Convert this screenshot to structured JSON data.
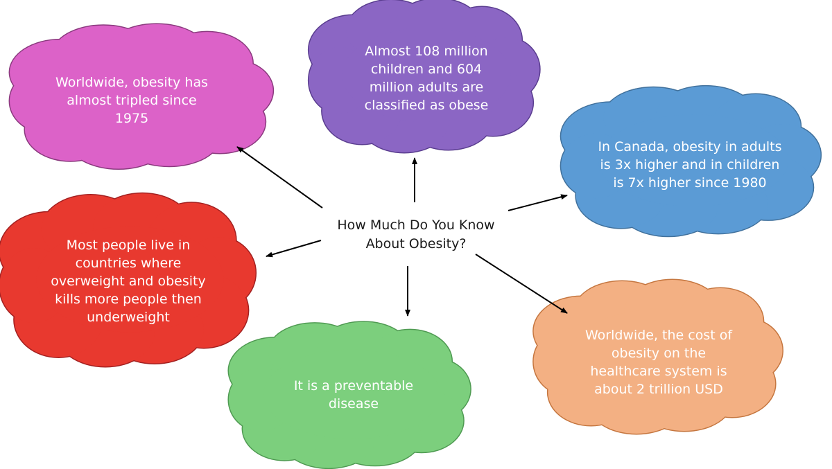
{
  "center": {
    "title": "How Much Do You Know About Obesity?",
    "text_color": "#1a1a1a"
  },
  "facts": [
    {
      "id": "tripled",
      "text": "Worldwide, obesity has almost tripled since 1975",
      "fill": "#dc62c8",
      "stroke": "#8a3a7e"
    },
    {
      "id": "children-adults",
      "text": "Almost 108 million children and 604 million adults are classified as obese",
      "fill": "#8b66c4",
      "stroke": "#5a3d8f"
    },
    {
      "id": "canada",
      "text": "In Canada, obesity in adults is 3x higher and in children is 7x higher since 1980",
      "fill": "#5b9bd5",
      "stroke": "#41719c"
    },
    {
      "id": "countries",
      "text": "Most people live in countries where overweight and obesity kills more people then underweight",
      "fill": "#e8392f",
      "stroke": "#a32020"
    },
    {
      "id": "preventable",
      "text": "It is a preventable disease",
      "fill": "#7ccf7d",
      "stroke": "#4f9a52"
    },
    {
      "id": "cost",
      "text": "Worldwide, the cost of obesity on the healthcare system is about 2 trillion USD",
      "fill": "#f3b083",
      "stroke": "#c5763f"
    }
  ],
  "arrow_color": "#000000"
}
